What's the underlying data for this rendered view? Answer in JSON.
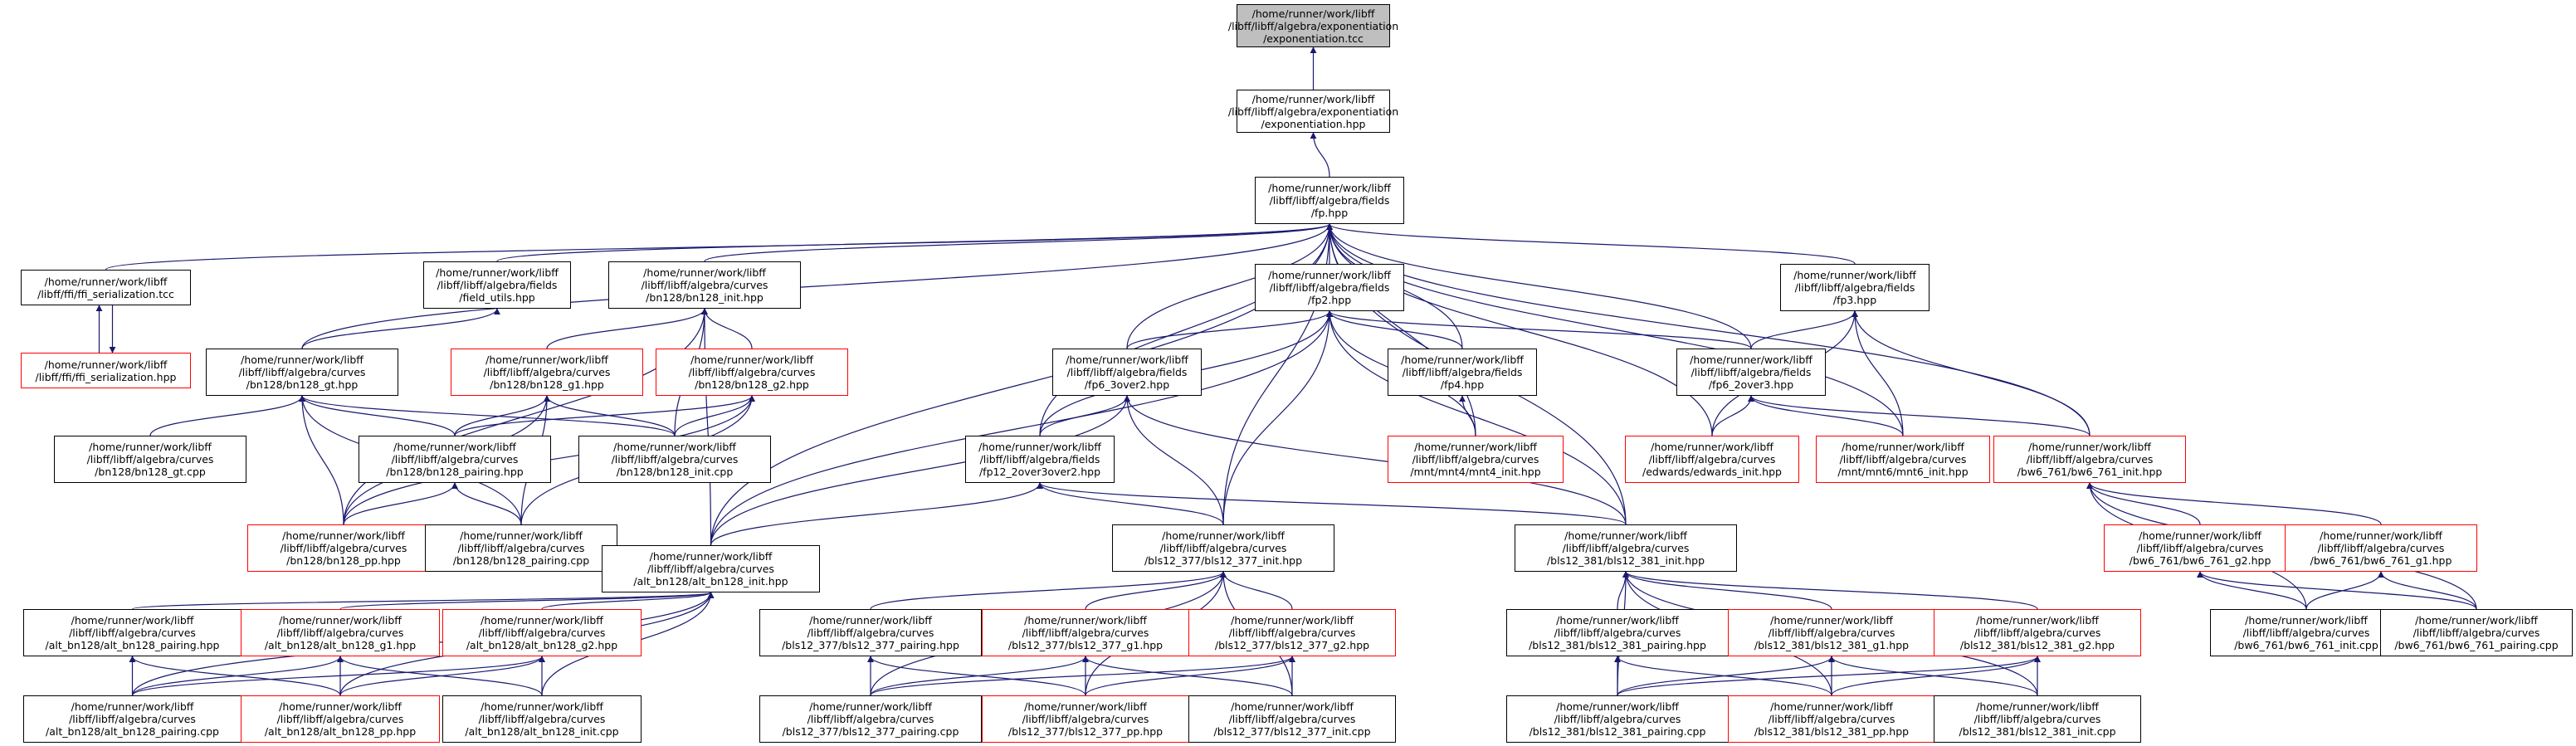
{
  "colors": {
    "edge": "#191970",
    "box_border": "#000000",
    "truncated_border": "#ff0000",
    "focus_fill": "#bfbfbf"
  },
  "nodes": [
    {
      "id": "exp_tcc",
      "lines": [
        "/home/runner/work/libff",
        "/libff/libff/algebra/exponentiation",
        "/exponentiation.tcc"
      ],
      "style": "focus"
    },
    {
      "id": "exp_hpp",
      "lines": [
        "/home/runner/work/libff",
        "/libff/libff/algebra/exponentiation",
        "/exponentiation.hpp"
      ],
      "style": "normal"
    },
    {
      "id": "fp",
      "lines": [
        "/home/runner/work/libff",
        "/libff/libff/algebra/fields",
        "/fp.hpp"
      ],
      "style": "normal"
    },
    {
      "id": "ffi_tcc",
      "lines": [
        "/home/runner/work/libff",
        "/libff/ffi/ffi_serialization.tcc"
      ],
      "style": "normal"
    },
    {
      "id": "ffi_hpp",
      "lines": [
        "/home/runner/work/libff",
        "/libff/ffi/ffi_serialization.hpp"
      ],
      "style": "red"
    },
    {
      "id": "field_utils",
      "lines": [
        "/home/runner/work/libff",
        "/libff/libff/algebra/fields",
        "/field_utils.hpp"
      ],
      "style": "normal"
    },
    {
      "id": "bn128_init_hpp",
      "lines": [
        "/home/runner/work/libff",
        "/libff/libff/algebra/curves",
        "/bn128/bn128_init.hpp"
      ],
      "style": "normal"
    },
    {
      "id": "fp2",
      "lines": [
        "/home/runner/work/libff",
        "/libff/libff/algebra/fields",
        "/fp2.hpp"
      ],
      "style": "normal"
    },
    {
      "id": "fp3",
      "lines": [
        "/home/runner/work/libff",
        "/libff/libff/algebra/fields",
        "/fp3.hpp"
      ],
      "style": "normal"
    },
    {
      "id": "bn128_gt_hpp",
      "lines": [
        "/home/runner/work/libff",
        "/libff/libff/algebra/curves",
        "/bn128/bn128_gt.hpp"
      ],
      "style": "normal"
    },
    {
      "id": "bn128_g1_hpp",
      "lines": [
        "/home/runner/work/libff",
        "/libff/libff/algebra/curves",
        "/bn128/bn128_g1.hpp"
      ],
      "style": "red"
    },
    {
      "id": "bn128_g2_hpp",
      "lines": [
        "/home/runner/work/libff",
        "/libff/libff/algebra/curves",
        "/bn128/bn128_g2.hpp"
      ],
      "style": "red"
    },
    {
      "id": "fp6_3over2",
      "lines": [
        "/home/runner/work/libff",
        "/libff/libff/algebra/fields",
        "/fp6_3over2.hpp"
      ],
      "style": "normal"
    },
    {
      "id": "fp4",
      "lines": [
        "/home/runner/work/libff",
        "/libff/libff/algebra/fields",
        "/fp4.hpp"
      ],
      "style": "normal"
    },
    {
      "id": "fp6_2over3",
      "lines": [
        "/home/runner/work/libff",
        "/libff/libff/algebra/fields",
        "/fp6_2over3.hpp"
      ],
      "style": "normal"
    },
    {
      "id": "bn128_gt_cpp",
      "lines": [
        "/home/runner/work/libff",
        "/libff/libff/algebra/curves",
        "/bn128/bn128_gt.cpp"
      ],
      "style": "normal"
    },
    {
      "id": "bn128_pairing_hpp",
      "lines": [
        "/home/runner/work/libff",
        "/libff/libff/algebra/curves",
        "/bn128/bn128_pairing.hpp"
      ],
      "style": "normal"
    },
    {
      "id": "bn128_init_cpp",
      "lines": [
        "/home/runner/work/libff",
        "/libff/libff/algebra/curves",
        "/bn128/bn128_init.cpp"
      ],
      "style": "normal"
    },
    {
      "id": "fp12_2over3over2",
      "lines": [
        "/home/runner/work/libff",
        "/libff/libff/algebra/fields",
        "/fp12_2over3over2.hpp"
      ],
      "style": "normal"
    },
    {
      "id": "mnt4_init",
      "lines": [
        "/home/runner/work/libff",
        "/libff/libff/algebra/curves",
        "/mnt/mnt4/mnt4_init.hpp"
      ],
      "style": "red"
    },
    {
      "id": "edwards_init",
      "lines": [
        "/home/runner/work/libff",
        "/libff/libff/algebra/curves",
        "/edwards/edwards_init.hpp"
      ],
      "style": "red"
    },
    {
      "id": "mnt6_init",
      "lines": [
        "/home/runner/work/libff",
        "/libff/libff/algebra/curves",
        "/mnt/mnt6/mnt6_init.hpp"
      ],
      "style": "red"
    },
    {
      "id": "bw6_init_hpp",
      "lines": [
        "/home/runner/work/libff",
        "/libff/libff/algebra/curves",
        "/bw6_761/bw6_761_init.hpp"
      ],
      "style": "red"
    },
    {
      "id": "bn128_pp",
      "lines": [
        "/home/runner/work/libff",
        "/libff/libff/algebra/curves",
        "/bn128/bn128_pp.hpp"
      ],
      "style": "red"
    },
    {
      "id": "bn128_pairing_cpp",
      "lines": [
        "/home/runner/work/libff",
        "/libff/libff/algebra/curves",
        "/bn128/bn128_pairing.cpp"
      ],
      "style": "normal"
    },
    {
      "id": "alt_init_hpp",
      "lines": [
        "/home/runner/work/libff",
        "/libff/libff/algebra/curves",
        "/alt_bn128/alt_bn128_init.hpp"
      ],
      "style": "normal"
    },
    {
      "id": "bls377_init_hpp",
      "lines": [
        "/home/runner/work/libff",
        "/libff/libff/algebra/curves",
        "/bls12_377/bls12_377_init.hpp"
      ],
      "style": "normal"
    },
    {
      "id": "bls381_init_hpp",
      "lines": [
        "/home/runner/work/libff",
        "/libff/libff/algebra/curves",
        "/bls12_381/bls12_381_init.hpp"
      ],
      "style": "normal"
    },
    {
      "id": "bw6_g2_hpp",
      "lines": [
        "/home/runner/work/libff",
        "/libff/libff/algebra/curves",
        "/bw6_761/bw6_761_g2.hpp"
      ],
      "style": "red"
    },
    {
      "id": "bw6_g1_hpp",
      "lines": [
        "/home/runner/work/libff",
        "/libff/libff/algebra/curves",
        "/bw6_761/bw6_761_g1.hpp"
      ],
      "style": "red"
    },
    {
      "id": "alt_pairing_hpp",
      "lines": [
        "/home/runner/work/libff",
        "/libff/libff/algebra/curves",
        "/alt_bn128/alt_bn128_pairing.hpp"
      ],
      "style": "normal"
    },
    {
      "id": "alt_g1_hpp",
      "lines": [
        "/home/runner/work/libff",
        "/libff/libff/algebra/curves",
        "/alt_bn128/alt_bn128_g1.hpp"
      ],
      "style": "red"
    },
    {
      "id": "alt_g2_hpp",
      "lines": [
        "/home/runner/work/libff",
        "/libff/libff/algebra/curves",
        "/alt_bn128/alt_bn128_g2.hpp"
      ],
      "style": "red"
    },
    {
      "id": "bls377_pairing_hpp",
      "lines": [
        "/home/runner/work/libff",
        "/libff/libff/algebra/curves",
        "/bls12_377/bls12_377_pairing.hpp"
      ],
      "style": "normal"
    },
    {
      "id": "bls377_g1_hpp",
      "lines": [
        "/home/runner/work/libff",
        "/libff/libff/algebra/curves",
        "/bls12_377/bls12_377_g1.hpp"
      ],
      "style": "red"
    },
    {
      "id": "bls377_g2_hpp",
      "lines": [
        "/home/runner/work/libff",
        "/libff/libff/algebra/curves",
        "/bls12_377/bls12_377_g2.hpp"
      ],
      "style": "red"
    },
    {
      "id": "bls381_pairing_hpp",
      "lines": [
        "/home/runner/work/libff",
        "/libff/libff/algebra/curves",
        "/bls12_381/bls12_381_pairing.hpp"
      ],
      "style": "normal"
    },
    {
      "id": "bls381_g1_hpp",
      "lines": [
        "/home/runner/work/libff",
        "/libff/libff/algebra/curves",
        "/bls12_381/bls12_381_g1.hpp"
      ],
      "style": "red"
    },
    {
      "id": "bls381_g2_hpp",
      "lines": [
        "/home/runner/work/libff",
        "/libff/libff/algebra/curves",
        "/bls12_381/bls12_381_g2.hpp"
      ],
      "style": "red"
    },
    {
      "id": "bw6_init_cpp",
      "lines": [
        "/home/runner/work/libff",
        "/libff/libff/algebra/curves",
        "/bw6_761/bw6_761_init.cpp"
      ],
      "style": "normal"
    },
    {
      "id": "bw6_pairing_cpp",
      "lines": [
        "/home/runner/work/libff",
        "/libff/libff/algebra/curves",
        "/bw6_761/bw6_761_pairing.cpp"
      ],
      "style": "normal"
    },
    {
      "id": "alt_pairing_cpp",
      "lines": [
        "/home/runner/work/libff",
        "/libff/libff/algebra/curves",
        "/alt_bn128/alt_bn128_pairing.cpp"
      ],
      "style": "normal"
    },
    {
      "id": "alt_pp",
      "lines": [
        "/home/runner/work/libff",
        "/libff/libff/algebra/curves",
        "/alt_bn128/alt_bn128_pp.hpp"
      ],
      "style": "red"
    },
    {
      "id": "alt_init_cpp",
      "lines": [
        "/home/runner/work/libff",
        "/libff/libff/algebra/curves",
        "/alt_bn128/alt_bn128_init.cpp"
      ],
      "style": "normal"
    },
    {
      "id": "bls377_pairing_cpp",
      "lines": [
        "/home/runner/work/libff",
        "/libff/libff/algebra/curves",
        "/bls12_377/bls12_377_pairing.cpp"
      ],
      "style": "normal"
    },
    {
      "id": "bls377_pp",
      "lines": [
        "/home/runner/work/libff",
        "/libff/libff/algebra/curves",
        "/bls12_377/bls12_377_pp.hpp"
      ],
      "style": "red"
    },
    {
      "id": "bls377_init_cpp",
      "lines": [
        "/home/runner/work/libff",
        "/libff/libff/algebra/curves",
        "/bls12_377/bls12_377_init.cpp"
      ],
      "style": "normal"
    },
    {
      "id": "bls381_pairing_cpp",
      "lines": [
        "/home/runner/work/libff",
        "/libff/libff/algebra/curves",
        "/bls12_381/bls12_381_pairing.cpp"
      ],
      "style": "normal"
    },
    {
      "id": "bls381_pp",
      "lines": [
        "/home/runner/work/libff",
        "/libff/libff/algebra/curves",
        "/bls12_381/bls12_381_pp.hpp"
      ],
      "style": "red"
    },
    {
      "id": "bls381_init_cpp",
      "lines": [
        "/home/runner/work/libff",
        "/libff/libff/algebra/curves",
        "/bls12_381/bls12_381_init.cpp"
      ],
      "style": "normal"
    }
  ],
  "edges": [
    [
      "exp_tcc",
      "exp_hpp"
    ],
    [
      "exp_hpp",
      "fp"
    ],
    [
      "fp",
      "ffi_tcc"
    ],
    [
      "fp",
      "field_utils"
    ],
    [
      "fp",
      "bn128_init_hpp"
    ],
    [
      "fp",
      "fp2"
    ],
    [
      "fp",
      "fp3"
    ],
    [
      "fp",
      "bn128_gt_hpp"
    ],
    [
      "fp",
      "fp6_3over2"
    ],
    [
      "fp",
      "fp4"
    ],
    [
      "fp",
      "fp6_2over3"
    ],
    [
      "fp",
      "fp12_2over3over2"
    ],
    [
      "fp",
      "mnt4_init"
    ],
    [
      "fp",
      "edwards_init"
    ],
    [
      "fp",
      "mnt6_init"
    ],
    [
      "fp",
      "bw6_init_hpp"
    ],
    [
      "fp",
      "alt_init_hpp"
    ],
    [
      "fp",
      "bls377_init_hpp"
    ],
    [
      "fp",
      "bls381_init_hpp"
    ],
    [
      "ffi_tcc",
      "ffi_hpp"
    ],
    [
      "ffi_hpp",
      "ffi_tcc"
    ],
    [
      "field_utils",
      "bn128_gt_hpp"
    ],
    [
      "bn128_init_hpp",
      "bn128_g1_hpp"
    ],
    [
      "bn128_init_hpp",
      "bn128_g2_hpp"
    ],
    [
      "bn128_init_hpp",
      "bn128_init_cpp"
    ],
    [
      "bn128_init_hpp",
      "bn128_pp"
    ],
    [
      "bn128_init_hpp",
      "alt_init_hpp"
    ],
    [
      "fp2",
      "fp6_3over2"
    ],
    [
      "fp2",
      "fp4"
    ],
    [
      "fp2",
      "fp6_2over3"
    ],
    [
      "fp2",
      "fp12_2over3over2"
    ],
    [
      "fp2",
      "mnt4_init"
    ],
    [
      "fp2",
      "alt_init_hpp"
    ],
    [
      "fp2",
      "bls377_init_hpp"
    ],
    [
      "fp2",
      "bls381_init_hpp"
    ],
    [
      "fp3",
      "fp6_2over3"
    ],
    [
      "fp3",
      "edwards_init"
    ],
    [
      "fp3",
      "mnt6_init"
    ],
    [
      "fp3",
      "bw6_init_hpp"
    ],
    [
      "bn128_gt_hpp",
      "bn128_gt_cpp"
    ],
    [
      "bn128_gt_hpp",
      "bn128_pairing_hpp"
    ],
    [
      "bn128_gt_hpp",
      "bn128_init_cpp"
    ],
    [
      "bn128_gt_hpp",
      "bn128_pp"
    ],
    [
      "bn128_gt_hpp",
      "bn128_pairing_cpp"
    ],
    [
      "bn128_g1_hpp",
      "bn128_pairing_hpp"
    ],
    [
      "bn128_g1_hpp",
      "bn128_init_cpp"
    ],
    [
      "bn128_g1_hpp",
      "bn128_pp"
    ],
    [
      "bn128_g1_hpp",
      "bn128_pairing_cpp"
    ],
    [
      "bn128_g2_hpp",
      "bn128_pairing_hpp"
    ],
    [
      "bn128_g2_hpp",
      "bn128_init_cpp"
    ],
    [
      "bn128_g2_hpp",
      "bn128_pp"
    ],
    [
      "bn128_g2_hpp",
      "bn128_pairing_cpp"
    ],
    [
      "fp6_3over2",
      "fp12_2over3over2"
    ],
    [
      "fp6_3over2",
      "alt_init_hpp"
    ],
    [
      "fp6_3over2",
      "bls377_init_hpp"
    ],
    [
      "fp6_3over2",
      "bls381_init_hpp"
    ],
    [
      "fp4",
      "mnt4_init"
    ],
    [
      "fp6_2over3",
      "edwards_init"
    ],
    [
      "fp6_2over3",
      "mnt6_init"
    ],
    [
      "fp6_2over3",
      "bw6_init_hpp"
    ],
    [
      "bn128_pairing_hpp",
      "bn128_pp"
    ],
    [
      "bn128_pairing_hpp",
      "bn128_pairing_cpp"
    ],
    [
      "fp12_2over3over2",
      "alt_init_hpp"
    ],
    [
      "fp12_2over3over2",
      "bls377_init_hpp"
    ],
    [
      "fp12_2over3over2",
      "bls381_init_hpp"
    ],
    [
      "bw6_init_hpp",
      "bw6_g2_hpp"
    ],
    [
      "bw6_init_hpp",
      "bw6_g1_hpp"
    ],
    [
      "bw6_init_hpp",
      "bw6_init_cpp"
    ],
    [
      "bw6_init_hpp",
      "bw6_pairing_cpp"
    ],
    [
      "alt_init_hpp",
      "alt_pairing_hpp"
    ],
    [
      "alt_init_hpp",
      "alt_g1_hpp"
    ],
    [
      "alt_init_hpp",
      "alt_g2_hpp"
    ],
    [
      "alt_init_hpp",
      "alt_pairing_cpp"
    ],
    [
      "alt_init_hpp",
      "alt_pp"
    ],
    [
      "alt_init_hpp",
      "alt_init_cpp"
    ],
    [
      "bls377_init_hpp",
      "bls377_pairing_hpp"
    ],
    [
      "bls377_init_hpp",
      "bls377_g1_hpp"
    ],
    [
      "bls377_init_hpp",
      "bls377_g2_hpp"
    ],
    [
      "bls377_init_hpp",
      "bls377_pairing_cpp"
    ],
    [
      "bls377_init_hpp",
      "bls377_pp"
    ],
    [
      "bls377_init_hpp",
      "bls377_init_cpp"
    ],
    [
      "bls381_init_hpp",
      "bls381_pairing_hpp"
    ],
    [
      "bls381_init_hpp",
      "bls381_g1_hpp"
    ],
    [
      "bls381_init_hpp",
      "bls381_g2_hpp"
    ],
    [
      "bls381_init_hpp",
      "bls381_pairing_cpp"
    ],
    [
      "bls381_init_hpp",
      "bls381_pp"
    ],
    [
      "bls381_init_hpp",
      "bls381_init_cpp"
    ],
    [
      "bw6_g2_hpp",
      "bw6_init_cpp"
    ],
    [
      "bw6_g2_hpp",
      "bw6_pairing_cpp"
    ],
    [
      "bw6_g1_hpp",
      "bw6_init_cpp"
    ],
    [
      "bw6_g1_hpp",
      "bw6_pairing_cpp"
    ],
    [
      "alt_pairing_hpp",
      "alt_pairing_cpp"
    ],
    [
      "alt_pairing_hpp",
      "alt_pp"
    ],
    [
      "alt_g1_hpp",
      "alt_pairing_cpp"
    ],
    [
      "alt_g1_hpp",
      "alt_pp"
    ],
    [
      "alt_g1_hpp",
      "alt_init_cpp"
    ],
    [
      "alt_g2_hpp",
      "alt_pairing_cpp"
    ],
    [
      "alt_g2_hpp",
      "alt_pp"
    ],
    [
      "alt_g2_hpp",
      "alt_init_cpp"
    ],
    [
      "bls377_pairing_hpp",
      "bls377_pairing_cpp"
    ],
    [
      "bls377_pairing_hpp",
      "bls377_pp"
    ],
    [
      "bls377_g1_hpp",
      "bls377_pairing_cpp"
    ],
    [
      "bls377_g1_hpp",
      "bls377_pp"
    ],
    [
      "bls377_g1_hpp",
      "bls377_init_cpp"
    ],
    [
      "bls377_g2_hpp",
      "bls377_pairing_cpp"
    ],
    [
      "bls377_g2_hpp",
      "bls377_pp"
    ],
    [
      "bls377_g2_hpp",
      "bls377_init_cpp"
    ],
    [
      "bls381_pairing_hpp",
      "bls381_pairing_cpp"
    ],
    [
      "bls381_pairing_hpp",
      "bls381_pp"
    ],
    [
      "bls381_g1_hpp",
      "bls381_pairing_cpp"
    ],
    [
      "bls381_g1_hpp",
      "bls381_pp"
    ],
    [
      "bls381_g1_hpp",
      "bls381_init_cpp"
    ],
    [
      "bls381_g2_hpp",
      "bls381_pairing_cpp"
    ],
    [
      "bls381_g2_hpp",
      "bls381_pp"
    ],
    [
      "bls381_g2_hpp",
      "bls381_init_cpp"
    ]
  ]
}
